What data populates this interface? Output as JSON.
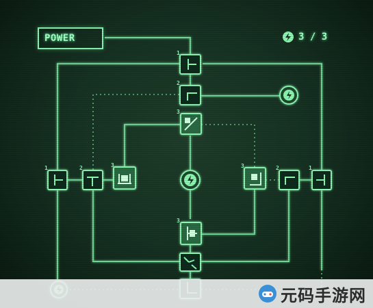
{
  "hud": {
    "power_label": "POWER",
    "counter_text": "3 / 3",
    "counter_icon": "lightning-icon"
  },
  "nodes": [
    {
      "name": "node-top-1",
      "level": "1",
      "glyph": "T-left"
    },
    {
      "name": "node-top-2",
      "level": "2",
      "glyph": "corner"
    },
    {
      "name": "node-center-3",
      "level": "3",
      "glyph": "diagonal-switch"
    },
    {
      "name": "node-left-1",
      "level": "1",
      "glyph": "T-left"
    },
    {
      "name": "node-left-2",
      "level": "2",
      "glyph": "T-down"
    },
    {
      "name": "node-left-3",
      "level": "3",
      "glyph": "cup"
    },
    {
      "name": "node-right-3",
      "level": "3",
      "glyph": "corner"
    },
    {
      "name": "node-right-2",
      "level": "2",
      "glyph": "corner"
    },
    {
      "name": "node-right-1",
      "level": "1",
      "glyph": "T-right"
    },
    {
      "name": "node-bottom-3",
      "level": "3",
      "glyph": "T-left"
    },
    {
      "name": "node-bottom-switch",
      "level": "",
      "glyph": "diagonal-switch"
    },
    {
      "name": "node-bottom-1",
      "level": "",
      "glyph": "corner"
    }
  ],
  "lightning_nodes": [
    "lightning-top-right",
    "lightning-center",
    "lightning-bottom-left"
  ],
  "colors": {
    "line_bright": "#8cf5b0",
    "line_dim": "#4d9e6a",
    "glow": "#5dff9a",
    "background": "#163223"
  },
  "watermark": {
    "text": "元码手游网",
    "logo": "game-controller-logo"
  }
}
